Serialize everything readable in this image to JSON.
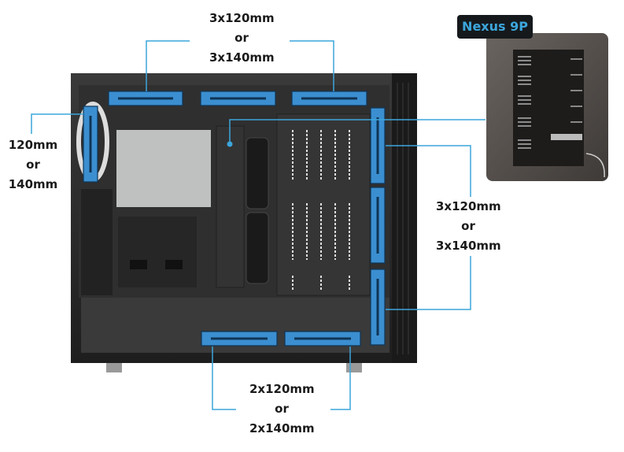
{
  "labels": {
    "top": [
      "3x120mm",
      "or",
      "3x140mm"
    ],
    "left": [
      "120mm",
      "or",
      "140mm"
    ],
    "right": [
      "3x120mm",
      "or",
      "3x140mm"
    ],
    "bottom": [
      "2x120mm",
      "or",
      "2x140mm"
    ]
  },
  "inset": {
    "title": "Nexus 9P"
  },
  "colors": {
    "accent": "#3ca6dc",
    "fan": "#3b8fd0",
    "case": "#2b2b2b"
  }
}
